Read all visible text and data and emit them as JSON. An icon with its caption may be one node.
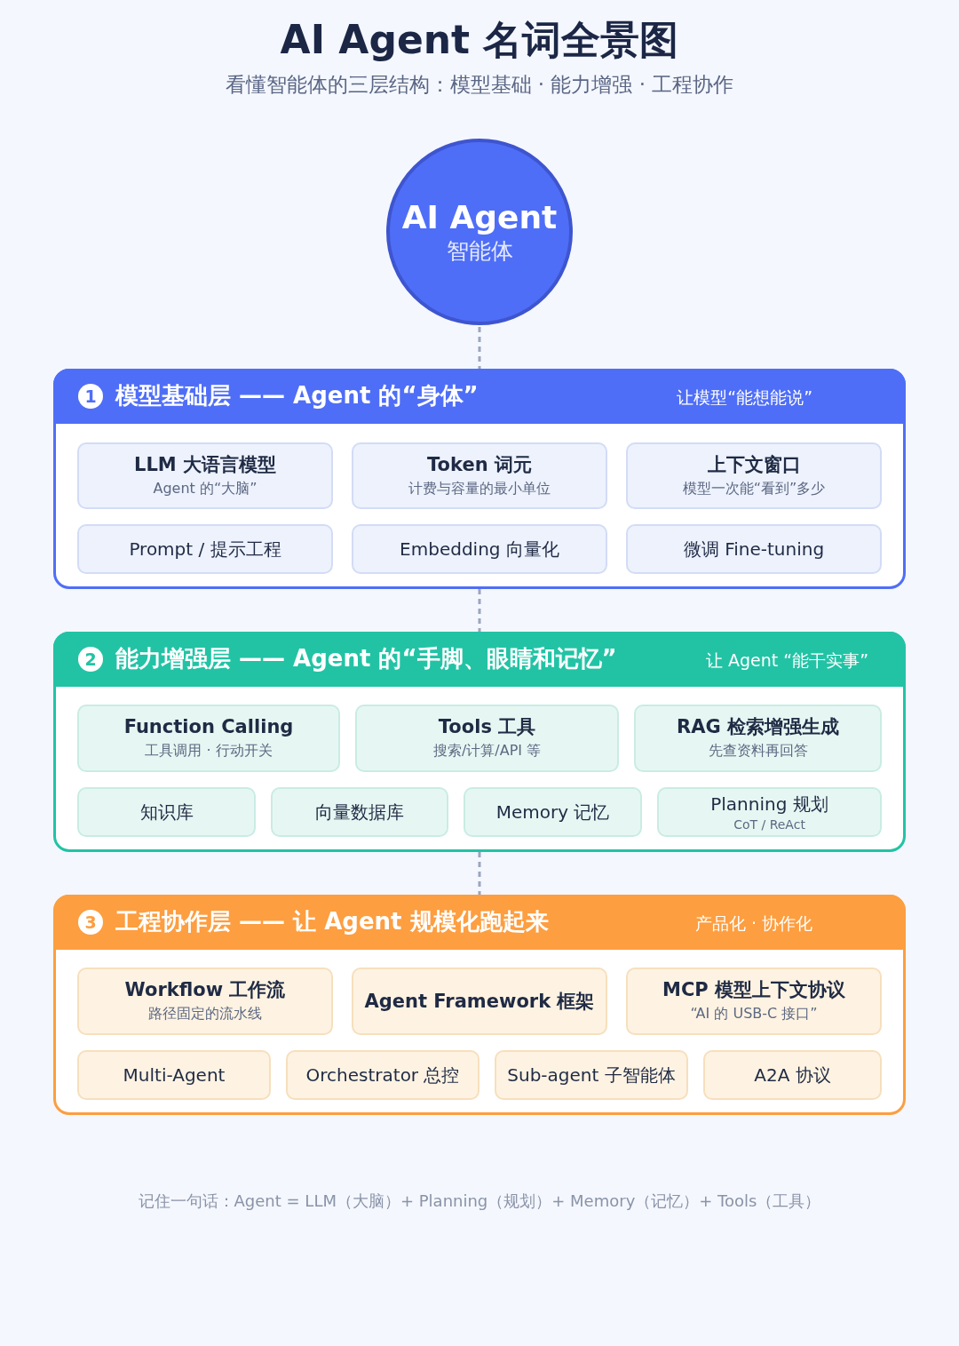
{
  "diagram": {
    "title": "AI Agent 名词全景图",
    "caption": "看懂智能体的三层结构：模型基础 · 能力增强 · 工程协作",
    "nodes": [
      {
        "text": [
          "AI Agent",
          "智能体"
        ]
      },
      {
        "text": [
          "1",
          "模型基础层 —— Agent 的“身体”",
          "让模型“能想能说”"
        ]
      },
      {
        "text": [
          "LLM 大语言模型",
          "Agent 的“大脑”"
        ],
        "in": 1
      },
      {
        "text": [
          "Token 词元",
          "计费与容量的最小单位"
        ],
        "in": 1
      },
      {
        "text": [
          "上下文窗口",
          "模型一次能“看到”多少"
        ],
        "in": 1
      },
      {
        "text": [
          "Prompt / 提示工程"
        ],
        "in": 1
      },
      {
        "text": [
          "Embedding 向量化"
        ],
        "in": 1
      },
      {
        "text": [
          "微调 Fine-tuning"
        ],
        "in": 1
      },
      {
        "text": [
          "2",
          "能力增强层 —— Agent 的“手脚、眼睛和记忆”",
          "让 Agent “能干实事”"
        ]
      },
      {
        "text": [
          "Function Calling",
          "工具调用 · 行动开关"
        ],
        "in": 8
      },
      {
        "text": [
          "Tools 工具",
          "搜索/计算/API 等"
        ],
        "in": 8
      },
      {
        "text": [
          "RAG 检索增强生成",
          "先查资料再回答"
        ],
        "in": 8
      },
      {
        "text": [
          "知识库"
        ],
        "in": 8
      },
      {
        "text": [
          "向量数据库"
        ],
        "in": 8
      },
      {
        "text": [
          "Memory 记忆"
        ],
        "in": 8
      },
      {
        "text": [
          "Planning 规划",
          "CoT / ReAct"
        ],
        "in": 8
      },
      {
        "text": [
          "3",
          "工程协作层 —— 让 Agent 规模化跑起来",
          "产品化 · 协作化"
        ]
      },
      {
        "text": [
          "Workflow 工作流",
          "路径固定的流水线"
        ],
        "in": 16
      },
      {
        "text": [
          "Agent Framework 框架"
        ],
        "in": 16
      },
      {
        "text": [
          "MCP 模型上下文协议",
          "“AI 的 USB-C 接口”"
        ],
        "in": 16
      },
      {
        "text": [
          "Multi-Agent"
        ],
        "in": 16
      },
      {
        "text": [
          "Orchestrator 总控"
        ],
        "in": 16
      },
      {
        "text": [
          "Sub-agent 子智能体"
        ],
        "in": 16
      },
      {
        "text": [
          "A2A 协议"
        ],
        "in": 16
      }
    ],
    "edges": [
      {
        "from": 0,
        "to": 1,
        "arrow": "none",
        "style": "dashed"
      },
      {
        "from": 1,
        "to": 8,
        "arrow": "none",
        "style": "dashed"
      },
      {
        "from": 8,
        "to": 16,
        "arrow": "none",
        "style": "dashed"
      }
    ],
    "labels": [
      "记住一句话：Agent = LLM（大脑）+ Planning（规划）+ Memory（记忆）+ Tools（工具）"
    ]
  }
}
